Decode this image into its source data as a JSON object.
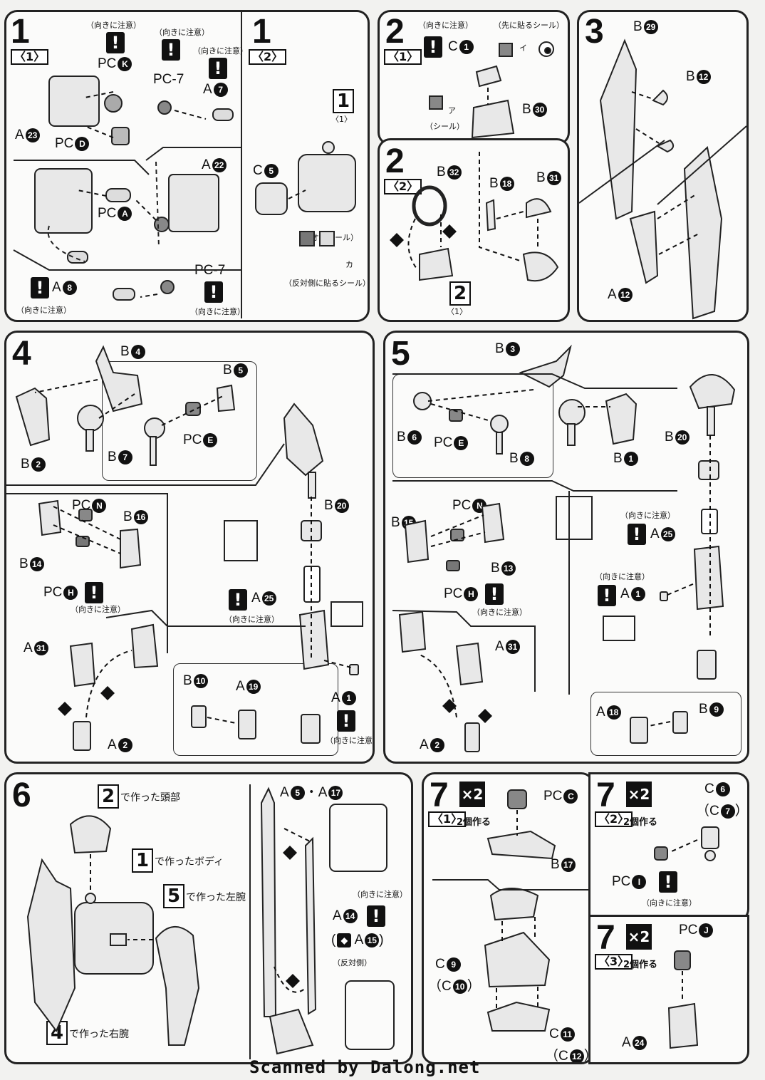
{
  "steps": {
    "s1a": {
      "num": "1",
      "sub": "〈1〉",
      "caution1": "（向きに注意）",
      "pcK": "PC",
      "a23": "A",
      "pcD": "PC",
      "caution2": "（向きに注意）",
      "caution3": "（向きに注意）",
      "pc7": "PC-7",
      "a7": "A",
      "a22": "A",
      "pcA": "PC",
      "a8": "A",
      "caution4": "（向きに注意）",
      "pc7b": "PC-7",
      "caution5": "（向きに注意）",
      "k": "K",
      "n23": "23",
      "d": "D",
      "n7": "7",
      "n22": "22",
      "aA": "A",
      "n8": "8"
    },
    "s1b": {
      "num": "1",
      "sub": "〈2〉",
      "ref": "1",
      "refsub": "〈1〉",
      "c5": "C",
      "n5": "5",
      "seal_o": "オ（シール）",
      "seal_ka": "カ",
      "opp_seal": "（反対側に貼るシール）"
    },
    "s2a": {
      "num": "2",
      "sub": "〈1〉",
      "caution": "（向きに注意）",
      "c1": "C",
      "n1": "1",
      "first_seal": "（先に貼るシール）",
      "seal_i": "イ",
      "b30": "B",
      "n30": "30",
      "seal_a": "ア",
      "seal_label": "（シール）"
    },
    "s2b": {
      "num": "2",
      "sub": "〈2〉",
      "b32": "B",
      "n32": "32",
      "b18": "B",
      "n18": "18",
      "b31": "B",
      "n31": "31",
      "ref": "2",
      "refsub": "〈1〉",
      "o1": "1",
      "o2": "2"
    },
    "s3": {
      "num": "3",
      "b29": "B",
      "n29": "29",
      "b12": "B",
      "n12": "12",
      "a12": "A",
      "na12": "12"
    },
    "s4": {
      "num": "4",
      "b4": "B",
      "n4": "4",
      "b5": "B",
      "n5": "5",
      "b2": "B",
      "n2": "2",
      "b7": "B",
      "n7": "7",
      "pcE": "PC",
      "e": "E",
      "b20": "B",
      "n20": "20",
      "pcN": "PC",
      "nN": "N",
      "b16": "B",
      "n16": "16",
      "b14": "B",
      "n14": "14",
      "pcH": "PC",
      "h": "H",
      "caution": "（向きに注意）",
      "a25": "A",
      "n25": "25",
      "caution2": "（向きに注意）",
      "a31": "A",
      "n31": "31",
      "a2": "A",
      "n2b": "2",
      "b10": "B",
      "n10": "10",
      "a19": "A",
      "n19": "19",
      "a1": "A",
      "n1": "1",
      "caution3": "（向きに注意）",
      "o1": "1",
      "o2": "2"
    },
    "s5": {
      "num": "5",
      "b3": "B",
      "n3": "3",
      "b6": "B",
      "n6": "6",
      "pcE": "PC",
      "e": "E",
      "b8": "B",
      "n8": "8",
      "b1": "B",
      "n1": "1",
      "b20": "B",
      "n20": "20",
      "b15": "B",
      "n15": "15",
      "pcN": "PC",
      "nN": "N",
      "b13": "B",
      "n13": "13",
      "pcH": "PC",
      "h": "H",
      "caution": "（向きに注意）",
      "caution2": "（向きに注意）",
      "a25": "A",
      "n25": "25",
      "caution3": "（向きに注意）",
      "a1": "A",
      "na1": "1",
      "a31": "A",
      "n31": "31",
      "a2": "A",
      "n2": "2",
      "a18": "A",
      "n18": "18",
      "b9": "B",
      "n9": "9",
      "o1": "1",
      "o2": "2"
    },
    "s6": {
      "num": "6",
      "head_ref": "2",
      "head_text": "で作った頭部",
      "body_ref": "1",
      "body_text": "で作ったボディ",
      "left_ref": "5",
      "left_text": "で作った左腕",
      "right_ref": "4",
      "right_text": "で作った右腕",
      "a5a17": "A",
      "n5": "5",
      "dot": "・",
      "a17": "A",
      "n17": "17",
      "a14": "A",
      "n14": "14",
      "caution": "（向きに注意）",
      "a15": "A",
      "n15": "15",
      "opp": "（反対側）",
      "o1": "1",
      "o2": "2"
    },
    "s7a": {
      "num": "7",
      "sub": "〈1〉",
      "times": "×2",
      "make2": "2個作る",
      "pcC": "PC",
      "c": "C",
      "b17": "B",
      "n17": "17",
      "c9": "C",
      "n9": "9",
      "c10": "（C",
      "n10": "10",
      ")": "）",
      "c11": "C",
      "n11": "11",
      "c12": "（C",
      "n12": "12"
    },
    "s7b": {
      "num": "7",
      "sub": "〈2〉",
      "times": "×2",
      "make2": "2個作る",
      "c6": "C",
      "n6": "6",
      "c7": "（C",
      "n7": "7",
      "pcI": "PC",
      "i": "I",
      "caution": "（向きに注意）"
    },
    "s7c": {
      "num": "7",
      "sub": "〈3〉",
      "times": "×2",
      "make2": "2個作る",
      "pcJ": "PC",
      "j": "J",
      "a24": "A",
      "n24": "24"
    }
  },
  "footer": "Scanned by Dalong.net"
}
